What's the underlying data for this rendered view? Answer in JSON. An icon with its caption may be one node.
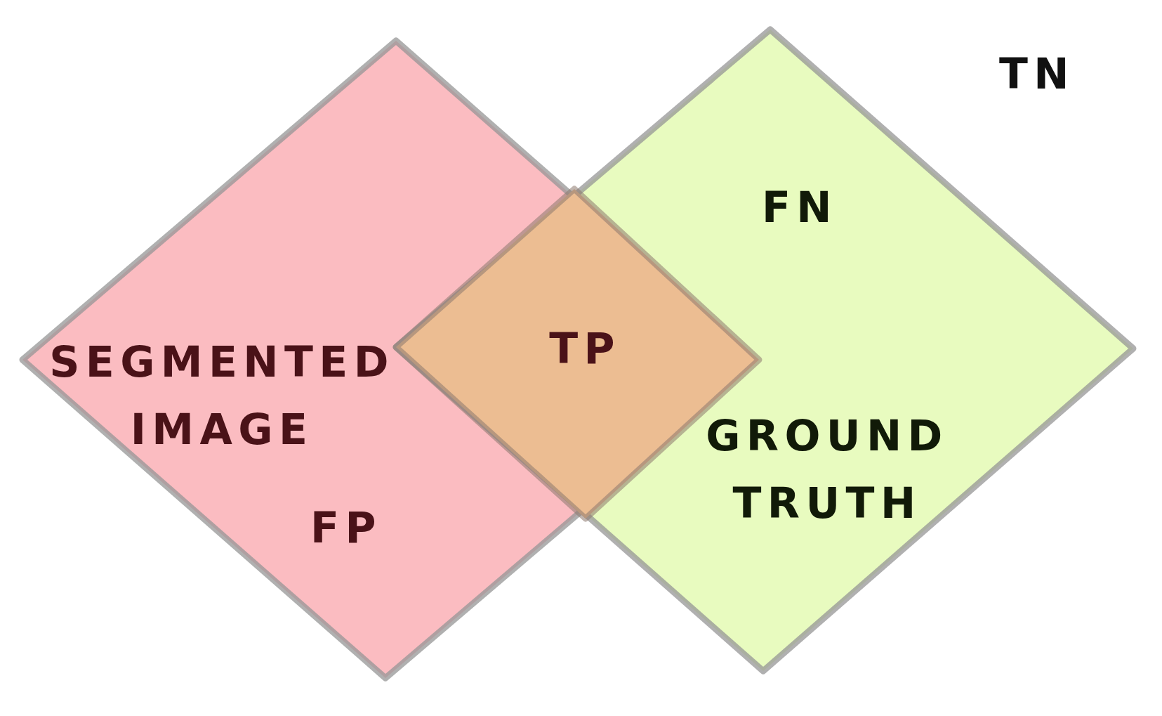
{
  "diagram": {
    "nodes": [
      {
        "text": [
          "SEGMENTED IMAGE",
          "FP"
        ]
      },
      {
        "text": [
          "FN",
          "GROUND TRUTH"
        ]
      },
      {
        "text": [
          "TP"
        ]
      }
    ],
    "labels": [
      "TN"
    ]
  }
}
